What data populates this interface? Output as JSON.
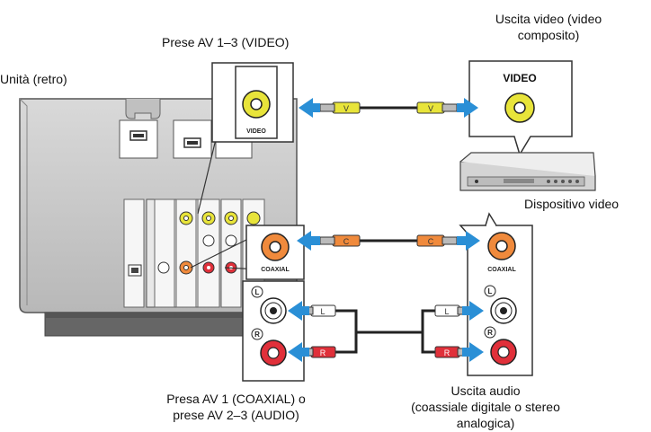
{
  "labels": {
    "unit_rear": "Unità (retro)",
    "av_jacks_video": "Prese AV 1–3 (VIDEO)",
    "video_out_line1": "Uscita video (video",
    "video_out_line2": "composito)",
    "video_device": "Dispositivo video",
    "av_in_line1": "Presa AV 1 (COAXIAL) o",
    "av_in_line2": "prese AV 2–3 (AUDIO)",
    "audio_out_line1": "Uscita audio",
    "audio_out_line2": "(coassiale digitale o stereo",
    "audio_out_line3": "analogica)"
  },
  "jack_text": {
    "video_small": "VIDEO",
    "video_large": "VIDEO",
    "coaxial": "COAXIAL",
    "l": "L",
    "r": "R"
  },
  "plug_text": {
    "video": "V",
    "coaxial": "C",
    "left": "L",
    "right": "R"
  },
  "colors": {
    "arrow": "#2a8fd6",
    "video_plug": "#e8e43a",
    "coaxial_plug": "#f08a3c",
    "right_plug": "#e0303a",
    "left_plug": "#ffffff",
    "unit_body": "#c9c9c9",
    "panel_bg": "#ffffff"
  }
}
